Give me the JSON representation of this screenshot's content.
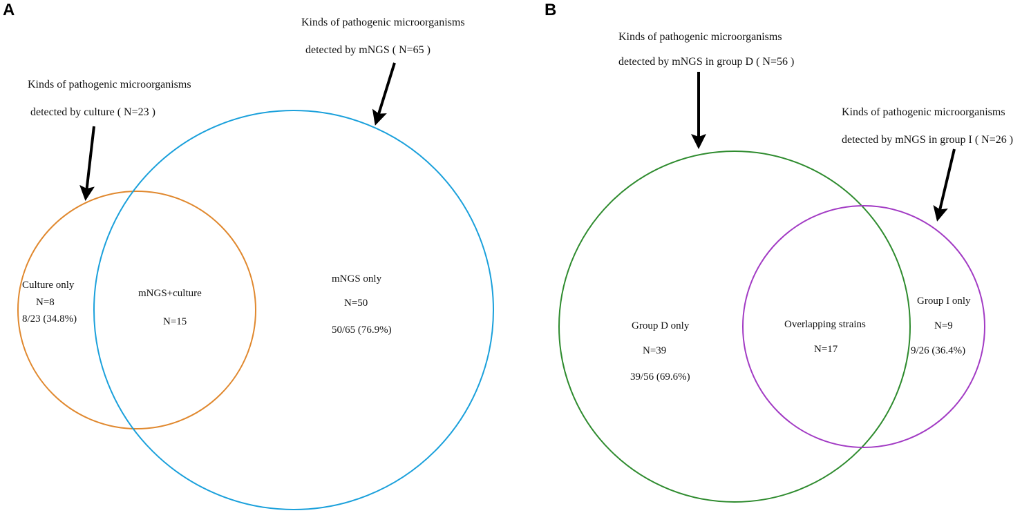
{
  "panels": {
    "a": {
      "letter": "A",
      "sets": [
        {
          "label_line1": "Kinds of pathogenic microorganisms",
          "label_line2": "detected by culture ( N=23 )",
          "total": 23,
          "color": "#E0882E"
        },
        {
          "label_line1": "Kinds of pathogenic microorganisms",
          "label_line2": "detected by mNGS ( N=65 )",
          "total": 65,
          "color": "#1AA0DB"
        }
      ],
      "regions": {
        "left_only": {
          "name": "Culture only",
          "n": "N=8",
          "pct": "8/23 (34.8%)",
          "count": 8
        },
        "overlap": {
          "name": "mNGS+culture",
          "n": "N=15",
          "count": 15
        },
        "right_only": {
          "name": "mNGS only",
          "n": "N=50",
          "pct": "50/65 (76.9%)",
          "count": 50
        }
      }
    },
    "b": {
      "letter": "B",
      "sets": [
        {
          "label_line1": "Kinds of pathogenic microorganisms",
          "label_line2": "detected by mNGS in group D ( N=56 )",
          "total": 56,
          "color": "#2E8B2E"
        },
        {
          "label_line1": "Kinds of pathogenic microorganisms",
          "label_line2": "detected by mNGS in group I ( N=26 )",
          "total": 26,
          "color": "#A23BC4"
        }
      ],
      "regions": {
        "left_only": {
          "name": "Group D only",
          "n": "N=39",
          "pct": "39/56 (69.6%)",
          "count": 39
        },
        "overlap": {
          "name": "Overlapping strains",
          "n": "N=17",
          "count": 17
        },
        "right_only": {
          "name": "Group I only",
          "n": "N=9",
          "pct": "9/26 (36.4%)",
          "count": 9
        }
      }
    }
  }
}
